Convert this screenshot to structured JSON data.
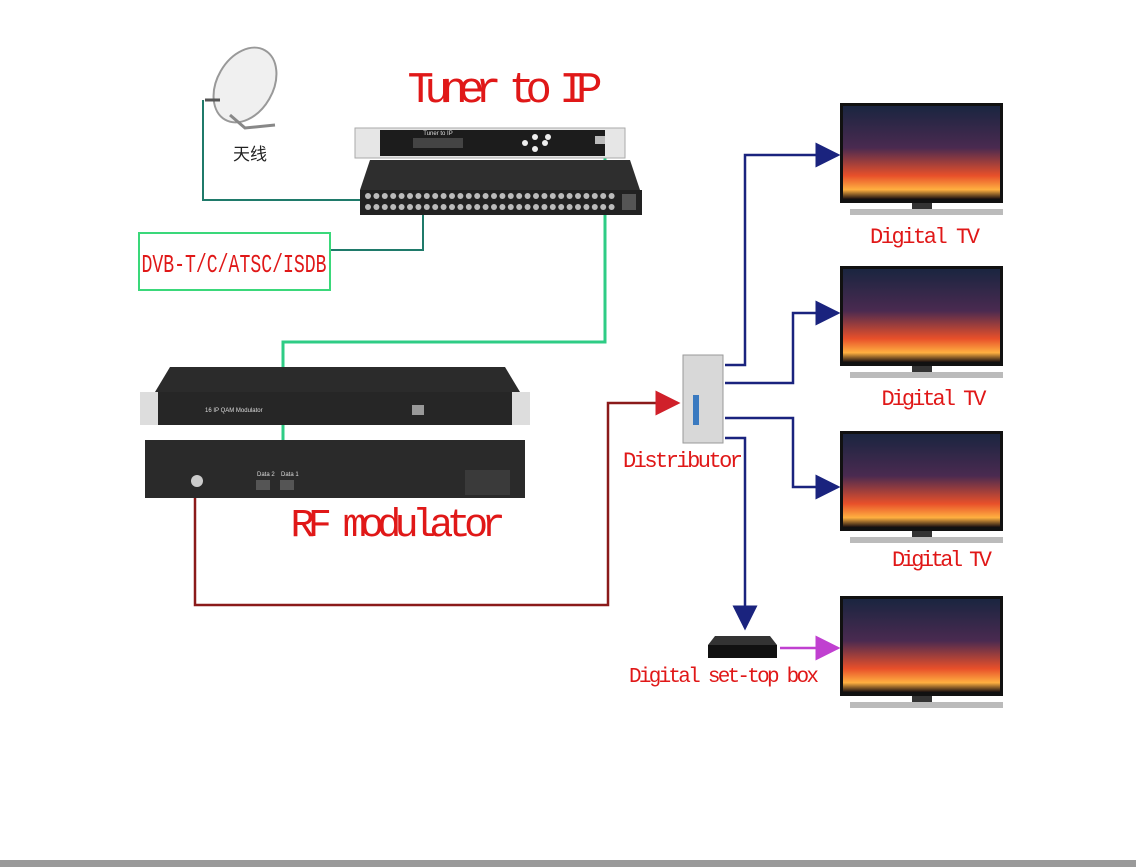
{
  "labels": {
    "antenna": "天线",
    "tuner_title": "Tuner to IP",
    "input_standards": "DVB-T/C/ATSC/ISDB",
    "rf_modulator": "RF modulator",
    "distributor": "Distributor",
    "set_top_box": "Digital set-top box",
    "tv": [
      "Digital TV",
      "Digital TV",
      "Digital TV"
    ]
  },
  "device_text": {
    "tuner_panel": "Tuner to IP",
    "modulator_front": "16 IP QAM Modulator",
    "port_data2": "Data 2",
    "port_data1": "Data 1"
  },
  "colors": {
    "label_red": "#e01818",
    "ip_line_green": "#2ecc85",
    "antenna_line_teal": "#1f7a6a",
    "rf_line_darkred": "#8b1a1a",
    "distribution_navy": "#1a237e",
    "stb_line_magenta": "#c040d0"
  }
}
